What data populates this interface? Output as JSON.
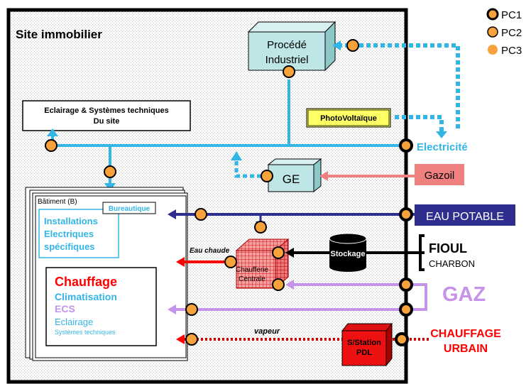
{
  "legend": [
    {
      "label": "PC1"
    },
    {
      "label": "PC2"
    },
    {
      "label": "PC3"
    }
  ],
  "site_title": "Site immobilier",
  "procede": {
    "line1": "Procédé",
    "line2": "Industriel"
  },
  "eclairage_site": {
    "line1": "Eclairage & Systèmes techniques",
    "line2": "Du site"
  },
  "photovoltaique": "PhotoVoltaïque",
  "electricite": "Electricité",
  "ge": "GE",
  "gazoil": "Gazoil",
  "batiment": "Bâtiment (B)",
  "bureautique": "Bureautique",
  "installations": {
    "line1": "Installations",
    "line2": "Electriques",
    "line3": "spécifiques"
  },
  "eau_potable": "EAU POTABLE",
  "eau_chaude": "Eau chaude",
  "chaufferie": {
    "line1": "Chaufferie",
    "line2": "Centrale"
  },
  "stockage": "Stockage",
  "fioul": "FIOUL",
  "charbon": "CHARBON",
  "gaz": "GAZ",
  "usages": {
    "chauffage": "Chauffage",
    "climatisation": "Climatisation",
    "ecs": "ECS",
    "eclairage": "Eclairage",
    "systemes": "Systèmes techniques"
  },
  "vapeur": "vapeur",
  "sstation": {
    "line1": "S/Station",
    "line2": "PDL"
  },
  "chauffage_urbain": {
    "line1": "CHAUFFAGE",
    "line2": "URBAIN"
  },
  "colors": {
    "elec": "#33b5e5",
    "eau": "#2e2e8f",
    "gaz": "#c792ea",
    "chauffage": "#ff0000",
    "fioul": "#000000",
    "gazoil": "#f08080",
    "box_cyan": "#bfe6e6",
    "pv": "#ffff66"
  }
}
